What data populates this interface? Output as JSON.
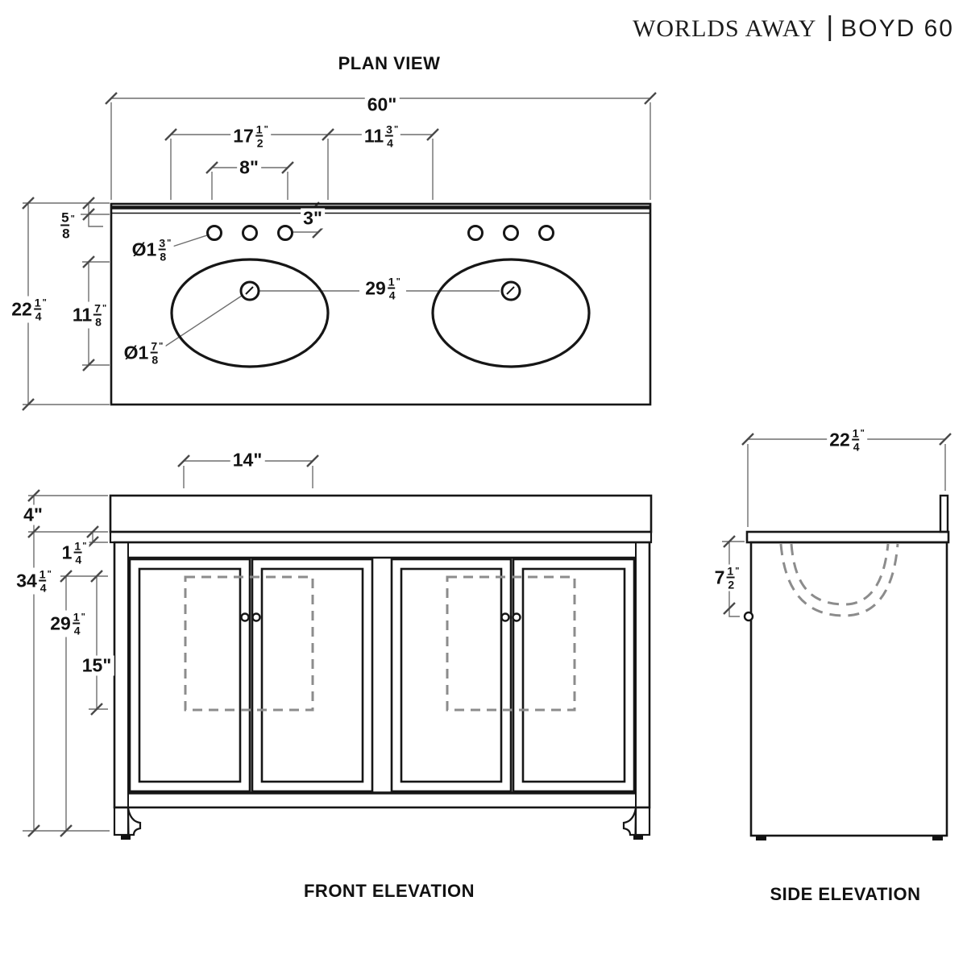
{
  "header": {
    "brand": "WORLDS AWAY",
    "separator": "|",
    "product": "BOYD 60"
  },
  "views": {
    "plan": {
      "title": "PLAN VIEW"
    },
    "front": {
      "title": "FRONT ELEVATION"
    },
    "side": {
      "title": "SIDE ELEVATION"
    }
  },
  "dimensions": {
    "plan": {
      "overall_width": {
        "text": "60\""
      },
      "sink_bowl_width": {
        "whole": "17",
        "num": "1",
        "den": "2",
        "unit": "\""
      },
      "bowl_gap": {
        "whole": "11",
        "num": "3",
        "den": "4",
        "unit": "\""
      },
      "faucet_spread": {
        "text": "8\""
      },
      "backsplash_thickness": {
        "num": "5",
        "den": "8",
        "unit": "\""
      },
      "faucet_hole_offset": {
        "text": "3\""
      },
      "overall_depth": {
        "whole": "22",
        "num": "1",
        "den": "4",
        "unit": "\""
      },
      "sink_bowl_depth": {
        "whole": "11",
        "num": "7",
        "den": "8",
        "unit": "\""
      },
      "faucet_hole_diameter": {
        "whole": "Ø1",
        "num": "3",
        "den": "8",
        "unit": "\""
      },
      "drain_hole_diameter": {
        "whole": "Ø1",
        "num": "7",
        "den": "8",
        "unit": "\""
      },
      "sink_center_spacing": {
        "whole": "29",
        "num": "1",
        "den": "4",
        "unit": "\""
      }
    },
    "front": {
      "sink_cutout_width": {
        "text": "14\""
      },
      "backsplash_height": {
        "text": "4\""
      },
      "countertop_thickness": {
        "whole": "1",
        "num": "1",
        "den": "4",
        "unit": "\""
      },
      "overall_height": {
        "whole": "34",
        "num": "1",
        "den": "4",
        "unit": "\""
      },
      "cabinet_height": {
        "whole": "29",
        "num": "1",
        "den": "4",
        "unit": "\""
      },
      "sink_cutout_height": {
        "text": "15\""
      }
    },
    "side": {
      "overall_depth": {
        "whole": "22",
        "num": "1",
        "den": "4",
        "unit": "\""
      },
      "bowl_depth": {
        "whole": "7",
        "num": "1",
        "den": "2",
        "unit": "\""
      }
    }
  }
}
